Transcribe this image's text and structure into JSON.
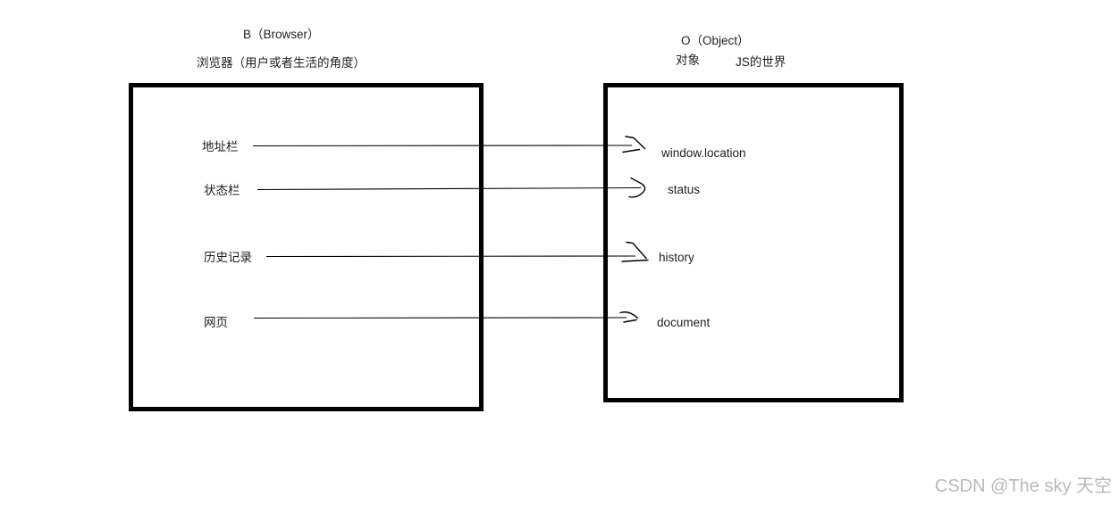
{
  "left_box": {
    "title": "B（Browser）",
    "subtitle": "浏览器（用户或者生活的角度）",
    "items": [
      "地址栏",
      "状态栏",
      "历史记录",
      "网页"
    ]
  },
  "right_box": {
    "title": "O（Object）",
    "label_object": "对象",
    "label_js_world": "JS的世界",
    "items": [
      "window.location",
      "status",
      "history",
      "document"
    ]
  },
  "mappings": [
    {
      "from": "地址栏",
      "to": "window.location"
    },
    {
      "from": "状态栏",
      "to": "status"
    },
    {
      "from": "历史记录",
      "to": "history"
    },
    {
      "from": "网页",
      "to": "document"
    }
  ],
  "watermark": "CSDN @The sky 天空",
  "colors": {
    "line": "#000000",
    "text": "#1f1f1f",
    "watermark": "#b9b9b9",
    "background": "#ffffff"
  }
}
